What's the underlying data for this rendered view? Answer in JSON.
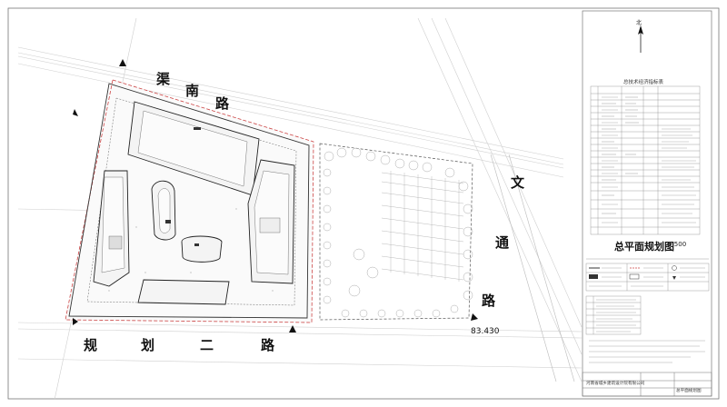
{
  "roads": {
    "north_road_chars": [
      "渠",
      "南",
      "路"
    ],
    "west_road_chars": [
      "规",
      "划",
      "二",
      "路"
    ],
    "east_road_chars": [
      "文",
      "通",
      "路"
    ],
    "elevation_label": "83.430"
  },
  "drawing": {
    "north_label": "北"
  },
  "panel": {
    "index_table_title": "总技术经济指标表",
    "plan_title": "总平面规划图",
    "plan_scale": "1:500"
  },
  "title_block": {
    "company": "河南省城乡建筑设计院有限公司",
    "drawing_name": "总平面规划图"
  }
}
